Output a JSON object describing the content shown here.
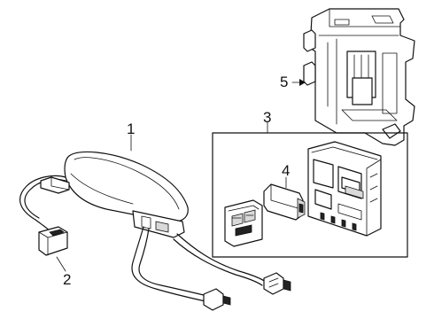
{
  "callouts": {
    "c1": "1",
    "c2": "2",
    "c3": "3",
    "c4": "4",
    "c5": "5"
  },
  "parts": [
    {
      "id": "1",
      "kind": "antenna-housing"
    },
    {
      "id": "2",
      "kind": "connector"
    },
    {
      "id": "3",
      "kind": "module-assembly"
    },
    {
      "id": "4",
      "kind": "fuse-cartridge"
    },
    {
      "id": "5",
      "kind": "mounting-bracket"
    }
  ]
}
